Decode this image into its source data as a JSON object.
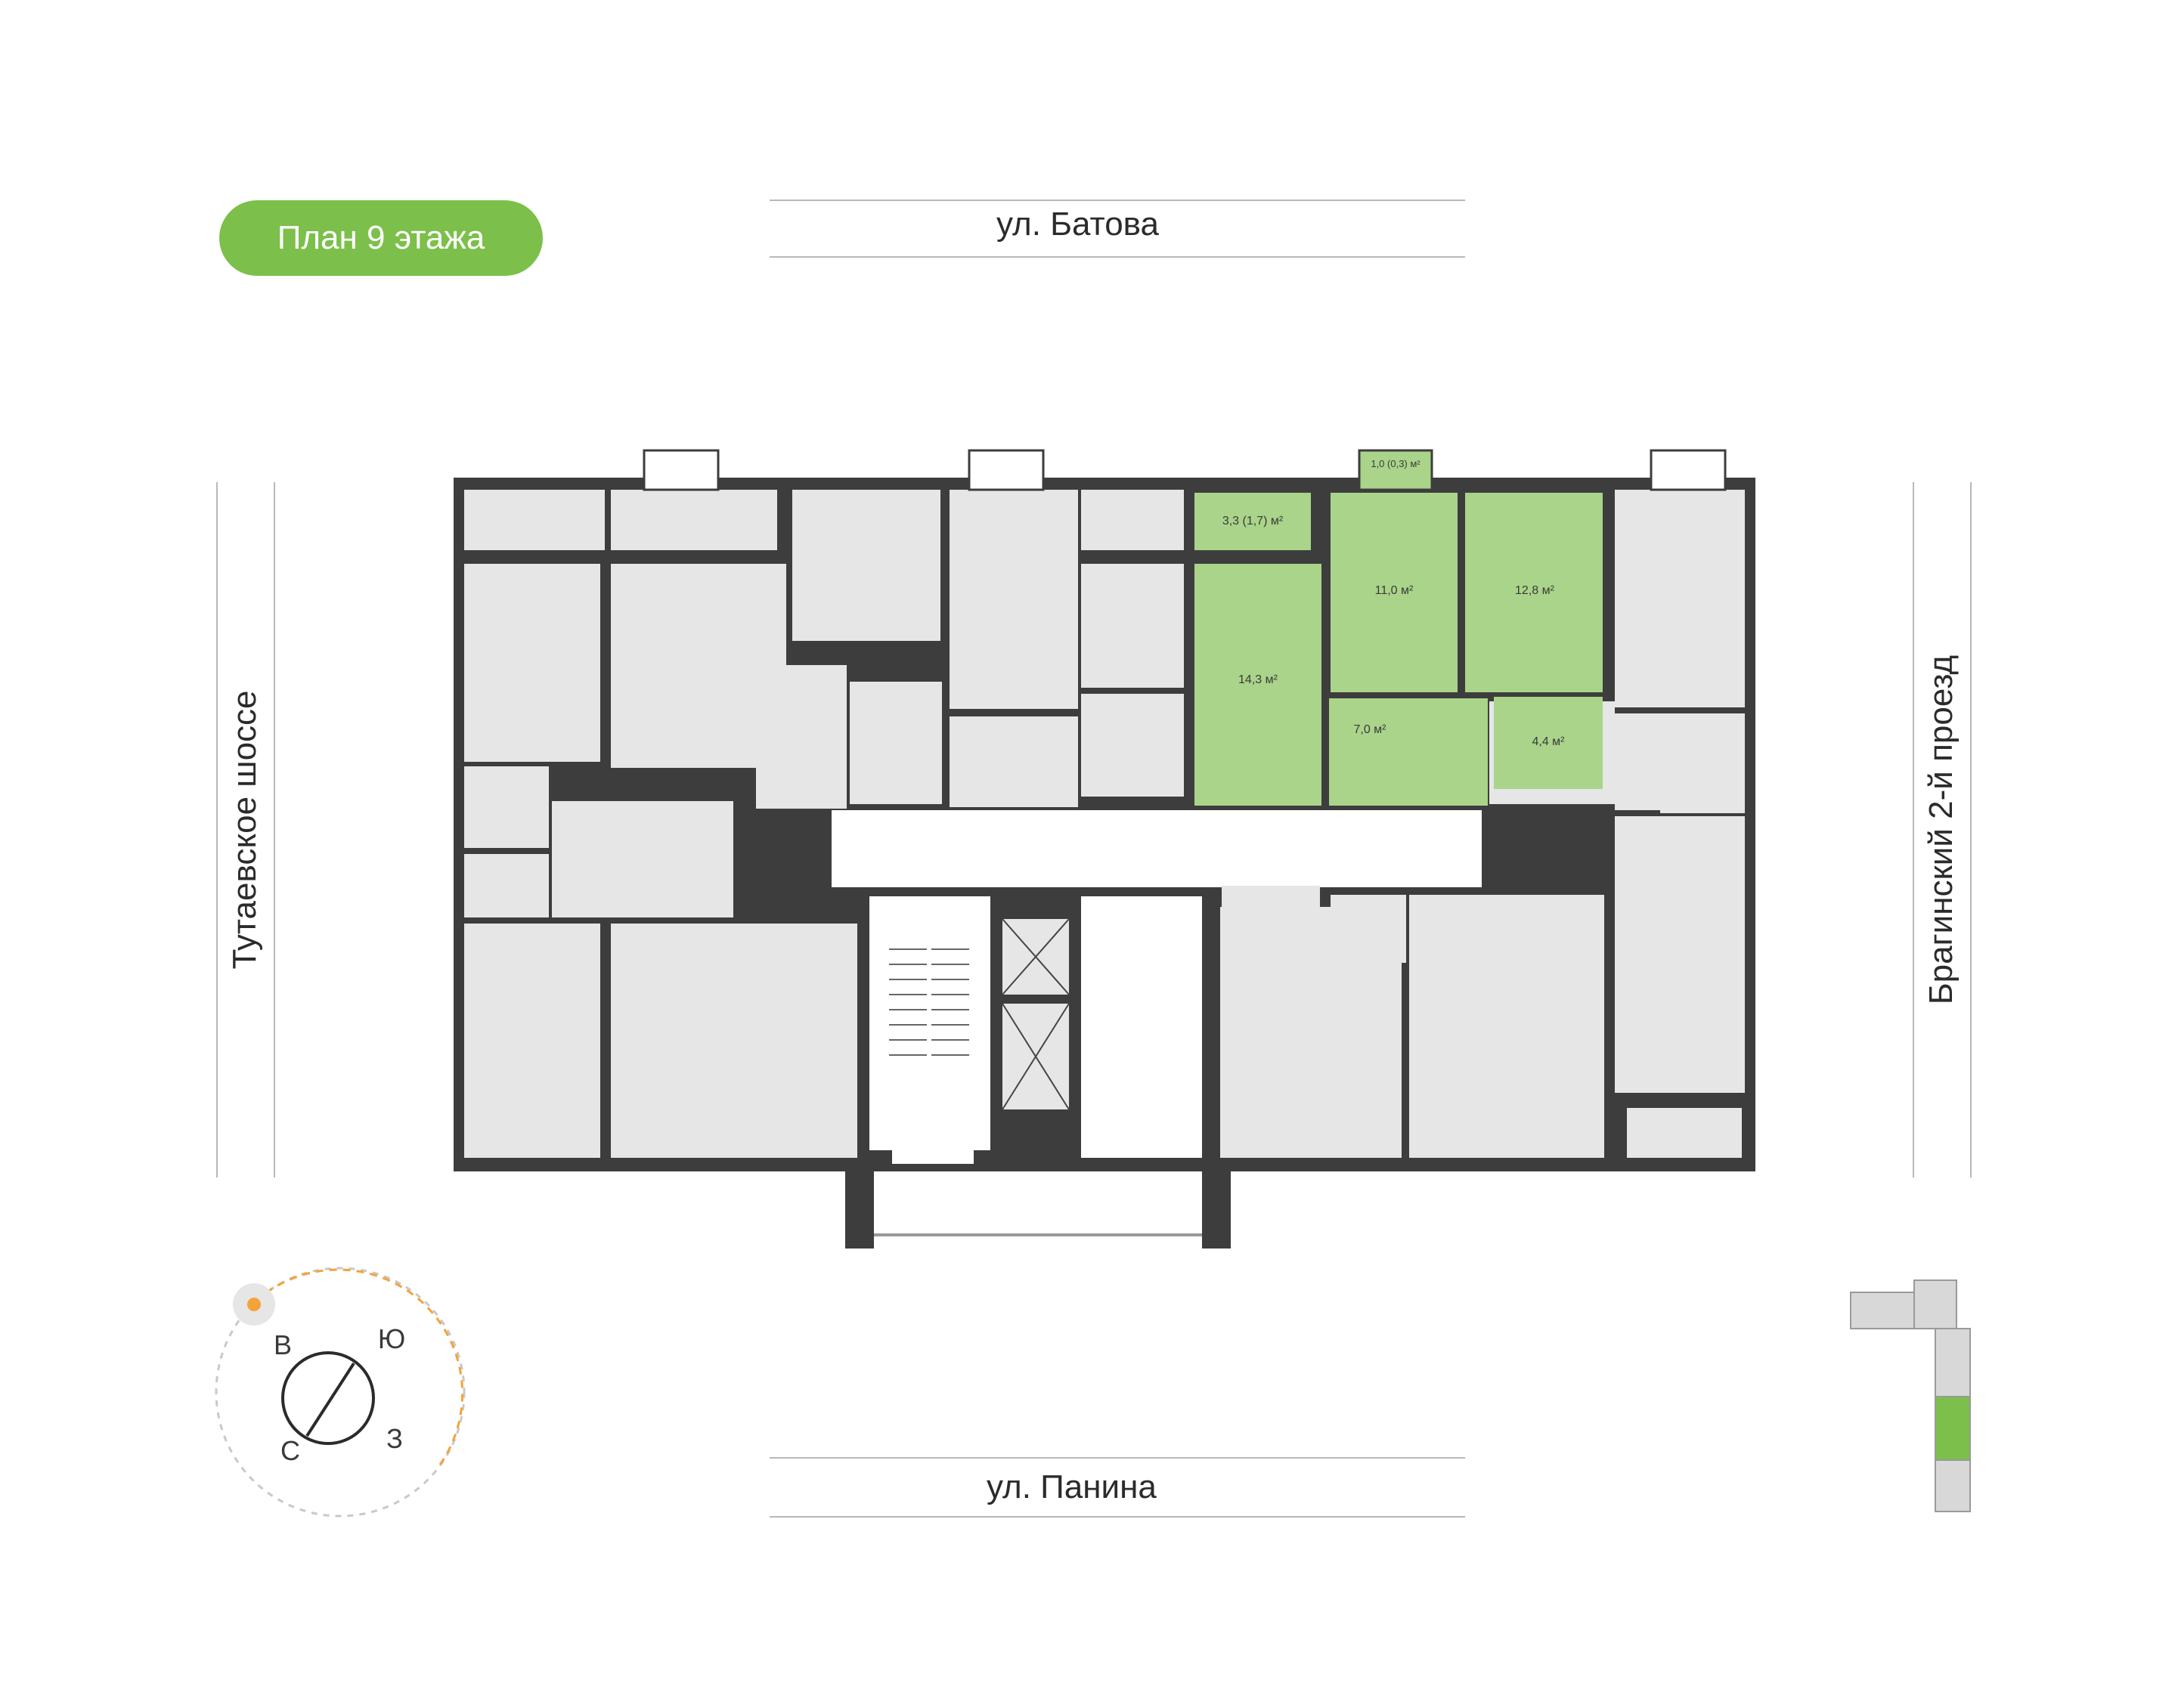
{
  "floor_badge": "План 9 этажа",
  "streets": {
    "top": "ул. Батова",
    "bottom": "ул. Панина",
    "left": "Тутаевское шоссе",
    "right": "Брагинский 2-й проезд"
  },
  "compass": {
    "north": "С",
    "east": "В",
    "south": "Ю",
    "west": "З",
    "sun_icon": "sun-icon"
  },
  "highlighted_apartment": {
    "color": "#a9d48a",
    "rooms": [
      {
        "id": "balcony",
        "area": "3,3 (1,7) м²"
      },
      {
        "id": "loggia",
        "area": "1,0 (0,3) м²"
      },
      {
        "id": "room",
        "area": "14,3 м²"
      },
      {
        "id": "kitchen",
        "area": "11,0 м²"
      },
      {
        "id": "bedroom",
        "area": "12,8 м²"
      },
      {
        "id": "hall",
        "area": "7,0 м²"
      },
      {
        "id": "bathroom",
        "area": "4,4 м²"
      }
    ]
  },
  "colors": {
    "badge": "#7cc04b",
    "wall": "#3d3d3d",
    "room": "#e6e6e6",
    "highlight": "#a9d48a",
    "site_plan_highlight": "#7cc04b",
    "compass_arc": "#f4a23a"
  }
}
